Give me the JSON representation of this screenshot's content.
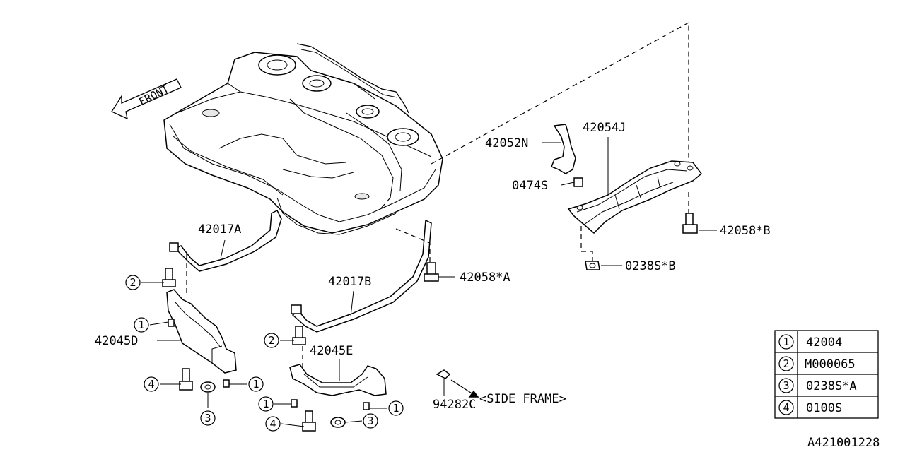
{
  "diagram": {
    "front_label": "FRONT",
    "side_frame_label": "<SIDE FRAME>",
    "figure_code": "A421001228",
    "parts": {
      "p42017A": "42017A",
      "p42017B": "42017B",
      "p42045D": "42045D",
      "p42045E": "42045E",
      "p42052N": "42052N",
      "p42054J": "42054J",
      "p0474S": "0474S",
      "p42058B": "42058*B",
      "p42058A": "42058*A",
      "p0238SB": "0238S*B",
      "p94282C": "94282C"
    },
    "callouts": {
      "c1": "1",
      "c2": "2",
      "c3": "3",
      "c4": "4"
    },
    "legend": [
      {
        "num": "1",
        "part": "42004"
      },
      {
        "num": "2",
        "part": "M000065"
      },
      {
        "num": "3",
        "part": "0238S*A"
      },
      {
        "num": "4",
        "part": "0100S"
      }
    ]
  }
}
